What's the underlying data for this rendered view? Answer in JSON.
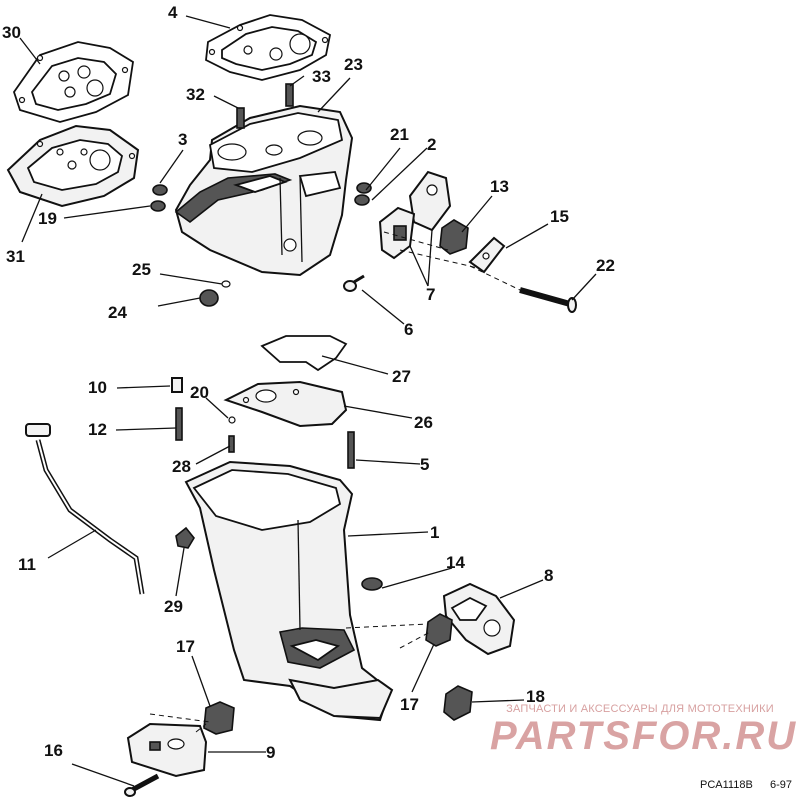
{
  "watermark": {
    "line": "ЗАПЧАСТИ И АКСЕССУАРЫ ДЛЯ МОТОТЕХНИКИ",
    "brand": "PARTSFOR.RU"
  },
  "footer": {
    "drawing_code": "PCA1118B",
    "date": "6-97"
  },
  "callouts": {
    "c1": "1",
    "c2": "2",
    "c3": "3",
    "c4": "4",
    "c5": "5",
    "c6": "6",
    "c7": "7",
    "c8": "8",
    "c9": "9",
    "c10": "10",
    "c11": "11",
    "c12": "12",
    "c13": "13",
    "c14": "14",
    "c15": "15",
    "c16": "16",
    "c17a": "17",
    "c17b": "17",
    "c18": "18",
    "c19": "19",
    "c20": "20",
    "c21": "21",
    "c22": "22",
    "c23": "23",
    "c24": "24",
    "c25": "25",
    "c26": "26",
    "c27": "27",
    "c28": "28",
    "c29": "29",
    "c30": "30",
    "c31": "31",
    "c32": "32",
    "c33": "33"
  }
}
